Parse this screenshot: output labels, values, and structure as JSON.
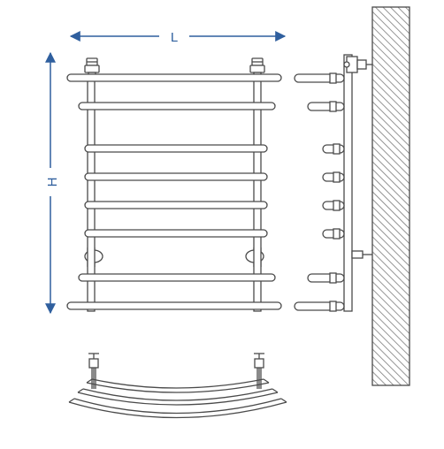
{
  "colors": {
    "line": "#4a4a4a",
    "dimension": "#2f5f9e",
    "hatch": "#7a7a7a",
    "background": "#ffffff"
  },
  "dimensions": {
    "width_label": "L",
    "height_label": "H"
  },
  "front_view": {
    "rung_count": 8
  },
  "side_view": {
    "mount_count": 2
  },
  "bottom_view": {
    "tube_count": 3
  },
  "wall": {
    "pattern": "diagonal-hatch"
  }
}
